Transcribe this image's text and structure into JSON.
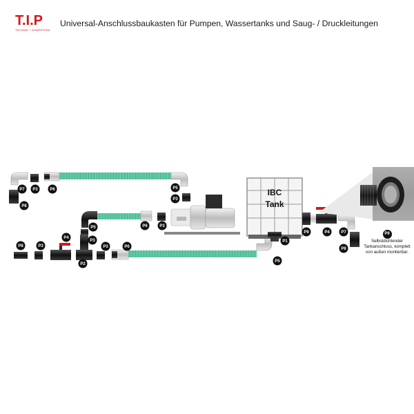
{
  "header": {
    "logo_text": "T.I.P",
    "logo_subtext": "TECHNIK + KOMPETENZ",
    "title": "Universal-Anschlussbaukasten für Pumpen, Wassertanks und Saug- / Druckleitungen"
  },
  "tank": {
    "line1": "IBC",
    "line2": "Tank"
  },
  "labels": {
    "p1": "P1",
    "p2": "P2",
    "p3": "P3",
    "p4": "P4",
    "p5": "P5",
    "p6": "P6",
    "p7": "P7",
    "p8": "P8",
    "p9": "P9"
  },
  "note": {
    "badge": "P9",
    "text": "Selbstdichtender Tankanschluss, komplett von außen montierbar."
  },
  "colors": {
    "brand": "#d4161c",
    "hose": "#5fc9a4",
    "fitting_dark": "#2a2a2a",
    "fitting_light": "#d9d9d9"
  }
}
